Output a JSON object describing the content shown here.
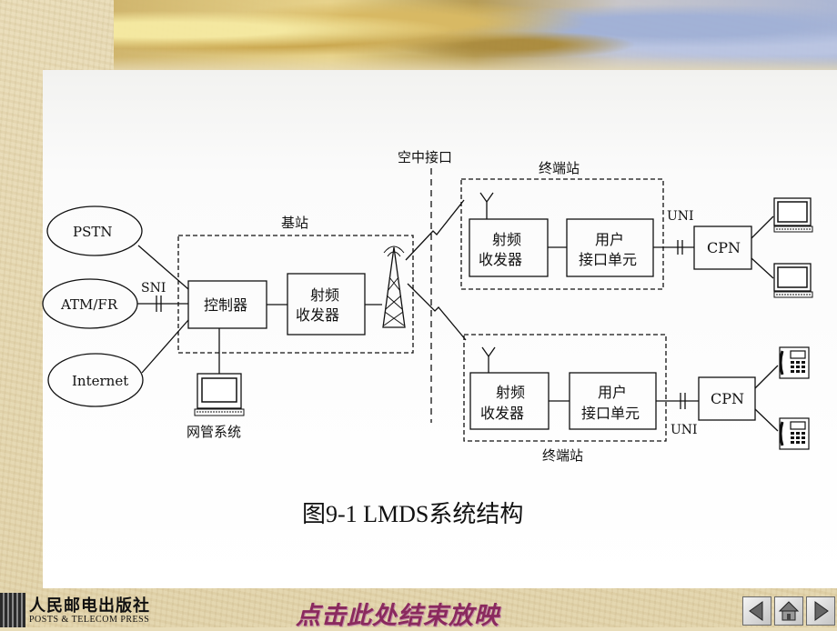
{
  "diagram": {
    "air_interface": "空中接口",
    "base_station": {
      "label": "基站",
      "controller": "控制器",
      "rf_line1": "射频",
      "rf_line2": "收发器"
    },
    "networks": [
      "PSTN",
      "ATM/FR",
      "Internet"
    ],
    "sni": "SNI",
    "nms": "网管系统",
    "terminal_top": {
      "label": "终端站",
      "rf_line1": "射频",
      "rf_line2": "收发器",
      "ui_line1": "用户",
      "ui_line2": "接口单元",
      "uni": "UNI",
      "cpn": "CPN"
    },
    "terminal_bottom": {
      "label": "终端站",
      "rf_line1": "射频",
      "rf_line2": "收发器",
      "ui_line1": "用户",
      "ui_line2": "接口单元",
      "uni": "UNI",
      "cpn": "CPN"
    },
    "caption": "图9-1  LMDS系统结构"
  },
  "footer": {
    "publisher_cn": "人民邮电出版社",
    "publisher_en": "POSTS & TELECOM PRESS",
    "end_show": "点击此处结束放映"
  },
  "icons": {
    "prev": "arrow-left-icon",
    "home": "home-icon",
    "next": "arrow-right-icon"
  }
}
